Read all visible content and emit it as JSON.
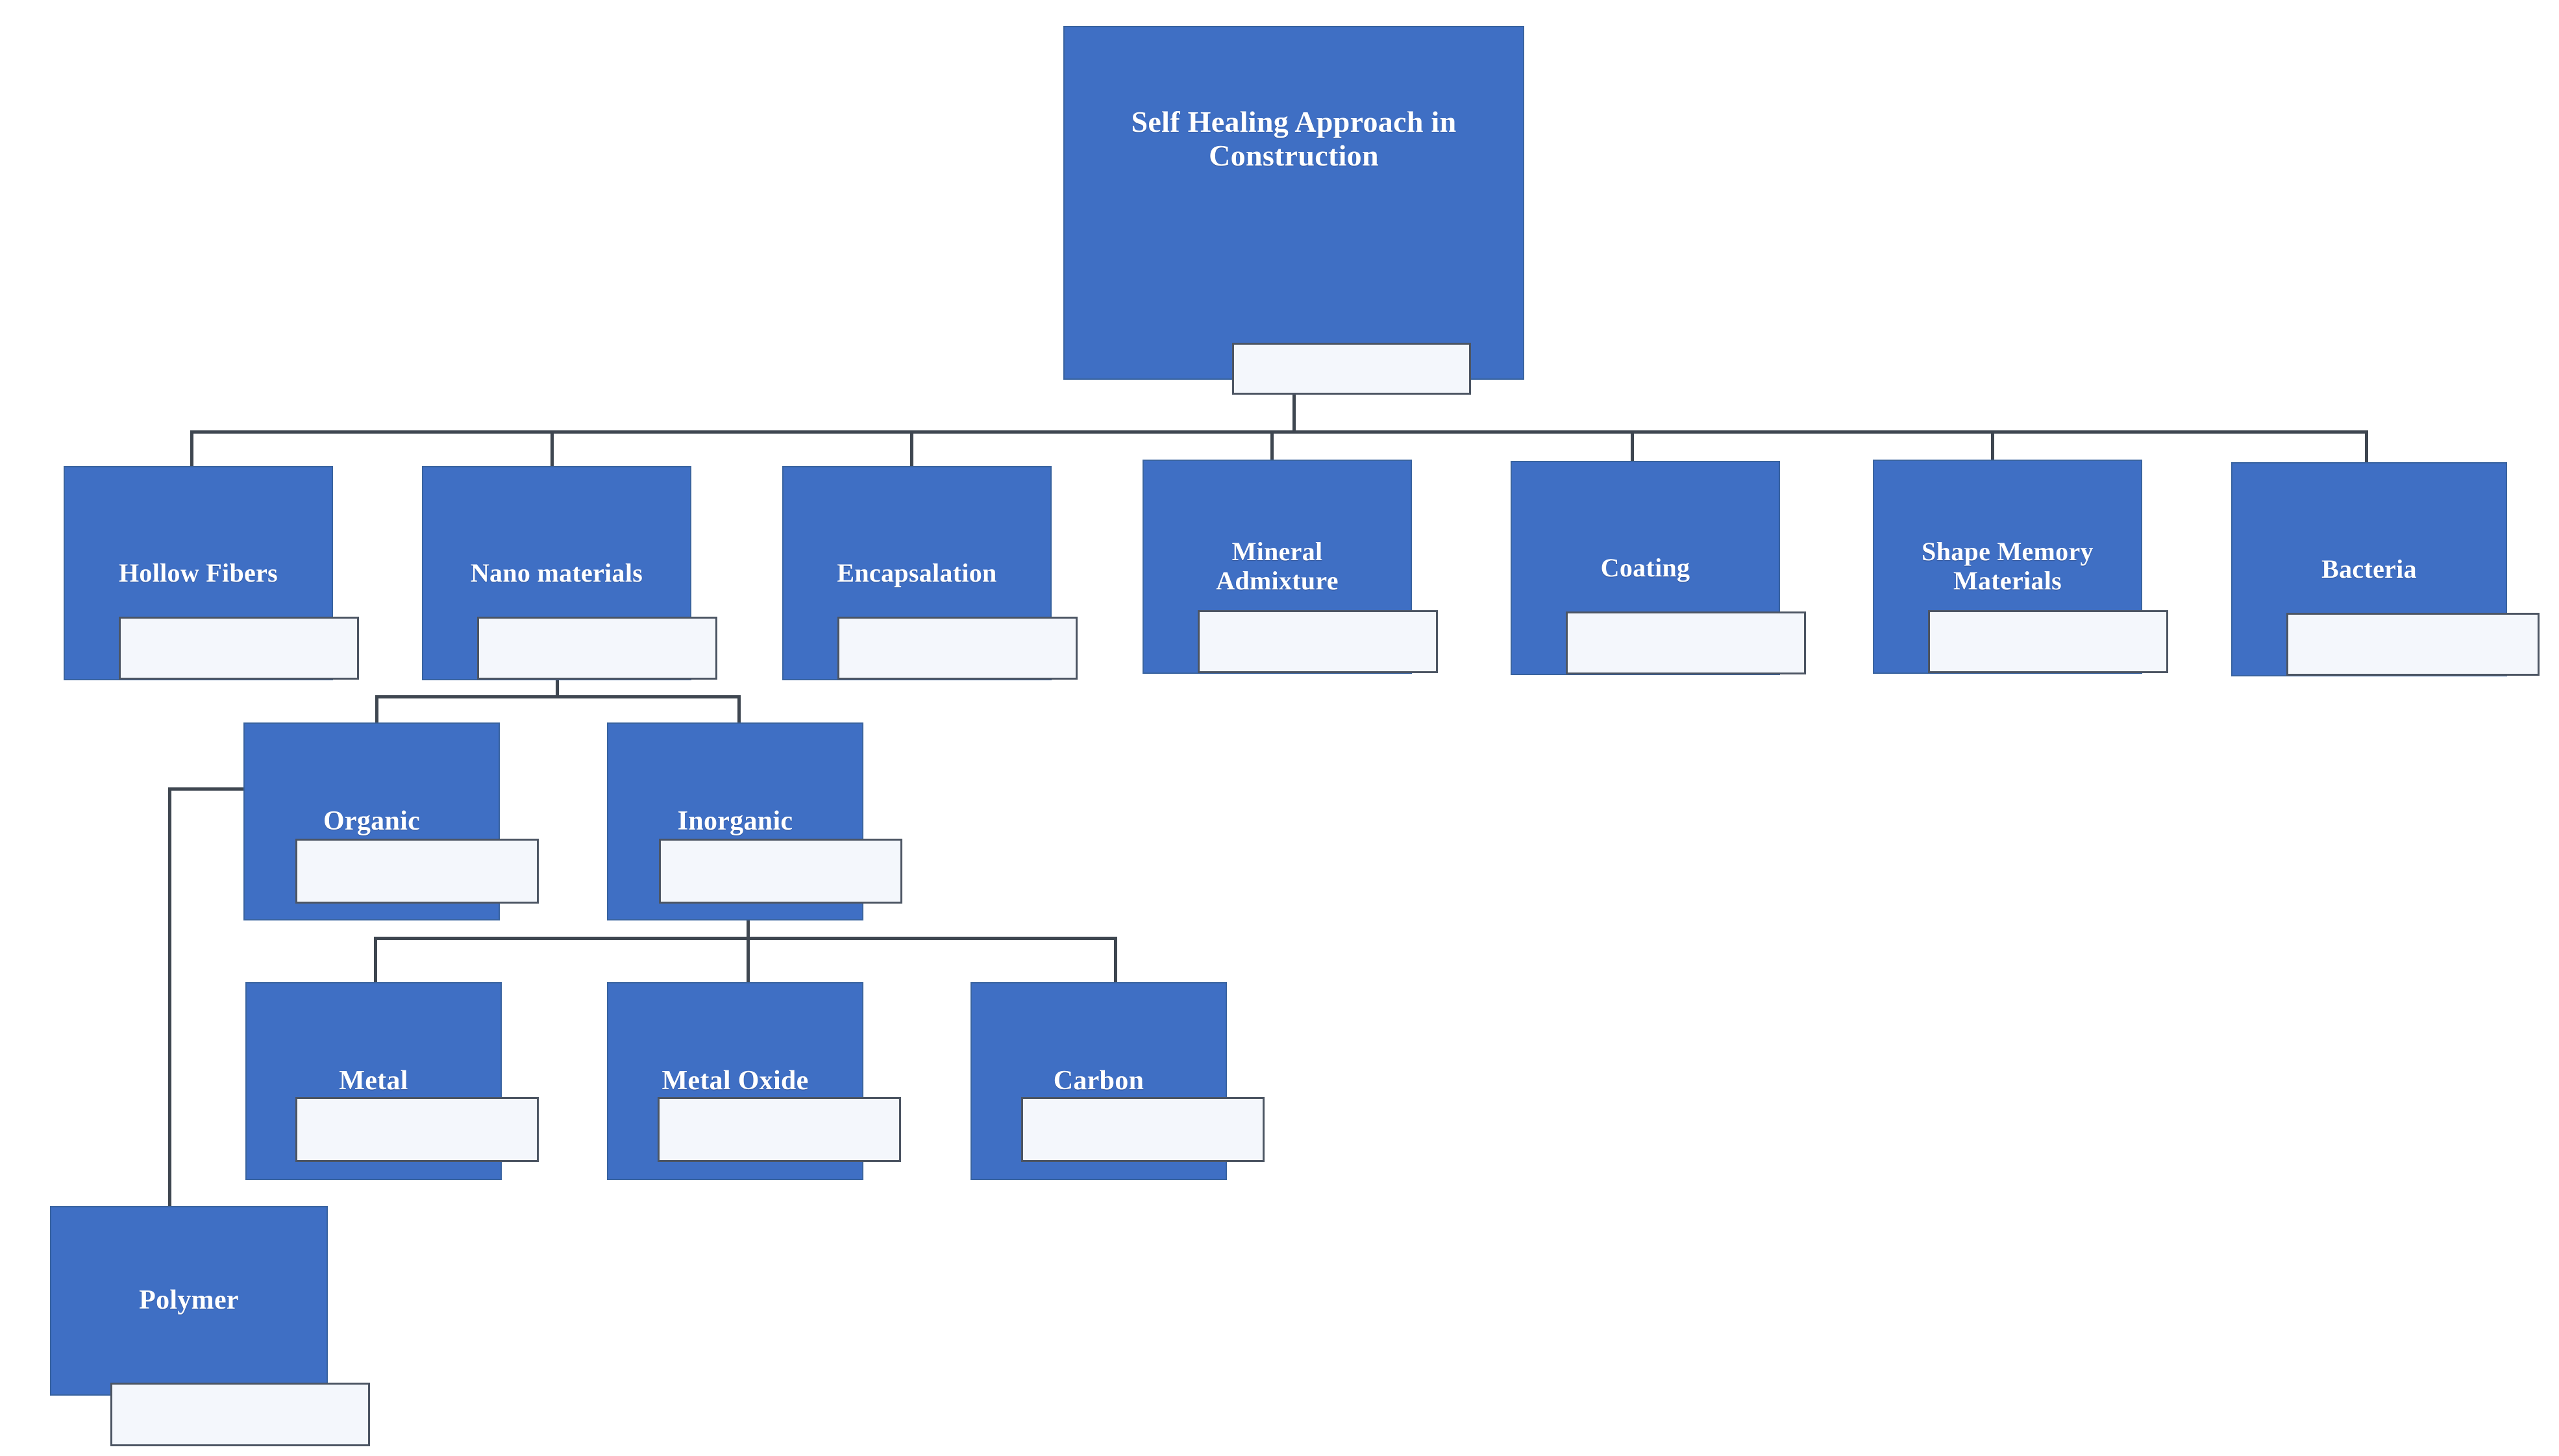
{
  "diagram": {
    "title": "Self Healing Approach in Construction",
    "type": "hierarchy-tree",
    "colors": {
      "node_fill": "#3F6FC4",
      "node_border": "#39639F",
      "node_text": "#FFFFFF",
      "ghost_fill": "#F4F7FC",
      "ghost_border": "#4C5563",
      "connector": "#3E4650",
      "background": "#FFFFFF"
    },
    "root": {
      "id": "root",
      "label": "Self Healing Approach in Construction"
    },
    "level1": [
      {
        "id": "hollow-fibers",
        "label": "Hollow Fibers"
      },
      {
        "id": "nano-materials",
        "label": "Nano materials"
      },
      {
        "id": "encapsalation",
        "label": "Encapsalation"
      },
      {
        "id": "mineral-admixture",
        "label": "Mineral\nAdmixture"
      },
      {
        "id": "coating",
        "label": "Coating"
      },
      {
        "id": "shape-memory-materials",
        "label": "Shape Memory\nMaterials"
      },
      {
        "id": "bacteria",
        "label": "Bacteria"
      }
    ],
    "level2": [
      {
        "id": "organic",
        "label": "Organic",
        "parent": "nano-materials"
      },
      {
        "id": "inorganic",
        "label": "Inorganic",
        "parent": "nano-materials"
      }
    ],
    "level3": [
      {
        "id": "metal",
        "label": "Metal",
        "parent": "inorganic"
      },
      {
        "id": "metal-oxide",
        "label": "Metal Oxide",
        "parent": "inorganic"
      },
      {
        "id": "carbon",
        "label": "Carbon",
        "parent": "inorganic"
      }
    ],
    "level4": [
      {
        "id": "polymer",
        "label": "Polymer",
        "parent": "organic"
      }
    ]
  }
}
